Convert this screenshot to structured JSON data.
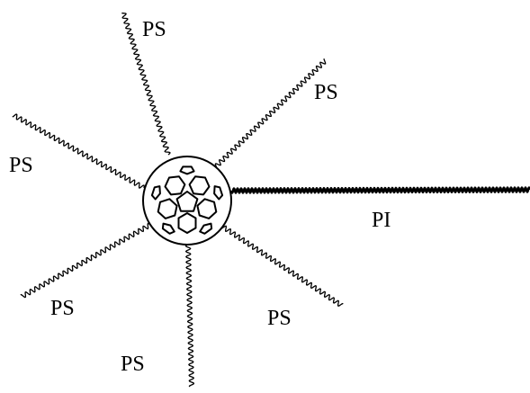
{
  "diagram": {
    "core": {
      "kind": "fullerene-c60",
      "color": "#000000"
    },
    "arms": [
      {
        "name": "arm-ps-top",
        "label": "PS",
        "polymer": "PS"
      },
      {
        "name": "arm-ps-upper-right",
        "label": "PS",
        "polymer": "PS"
      },
      {
        "name": "arm-ps-left",
        "label": "PS",
        "polymer": "PS"
      },
      {
        "name": "arm-pi-right",
        "label": "PI",
        "polymer": "PI"
      },
      {
        "name": "arm-ps-lower-left",
        "label": "PS",
        "polymer": "PS"
      },
      {
        "name": "arm-ps-lower-right",
        "label": "PS",
        "polymer": "PS"
      },
      {
        "name": "arm-ps-bottom",
        "label": "PS",
        "polymer": "PS"
      }
    ],
    "colors": {
      "line": "#000000",
      "background": "#ffffff"
    }
  }
}
